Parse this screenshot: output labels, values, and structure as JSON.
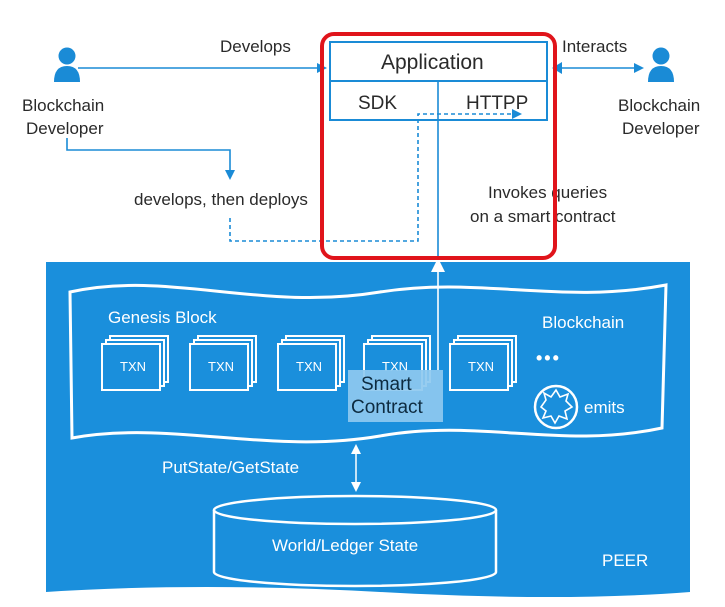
{
  "actors": {
    "left": {
      "icon": "person-icon",
      "line1": "Blockchain",
      "line2": "Developer"
    },
    "right": {
      "icon": "person-icon",
      "line1": "Blockchain",
      "line2": "Developer"
    }
  },
  "edges": {
    "develops": "Develops",
    "interacts": "Interacts",
    "develops_deploys": "develops, then deploys",
    "invokes_line1": "Invokes queries",
    "invokes_line2": "on a smart contract",
    "put_get_state": "PutState/GetState"
  },
  "application": {
    "title": "Application",
    "sdk": "SDK",
    "http": "HTTPP"
  },
  "peer": {
    "label": "PEER",
    "genesis": "Genesis Block",
    "blockchain": "Blockchain",
    "txn_label": "TXN",
    "ellipsis": "•••",
    "smart_contract_line1": "Smart",
    "smart_contract_line2": "Contract",
    "emits": "emits",
    "event_icon": "burst-event-icon",
    "world_state": "World/Ledger State"
  },
  "colors": {
    "blue": "#1a8bd6",
    "peer_bg": "#1a8fdc",
    "highlight_red": "#e0141b",
    "text": "#2a2a2a",
    "white": "#ffffff"
  }
}
